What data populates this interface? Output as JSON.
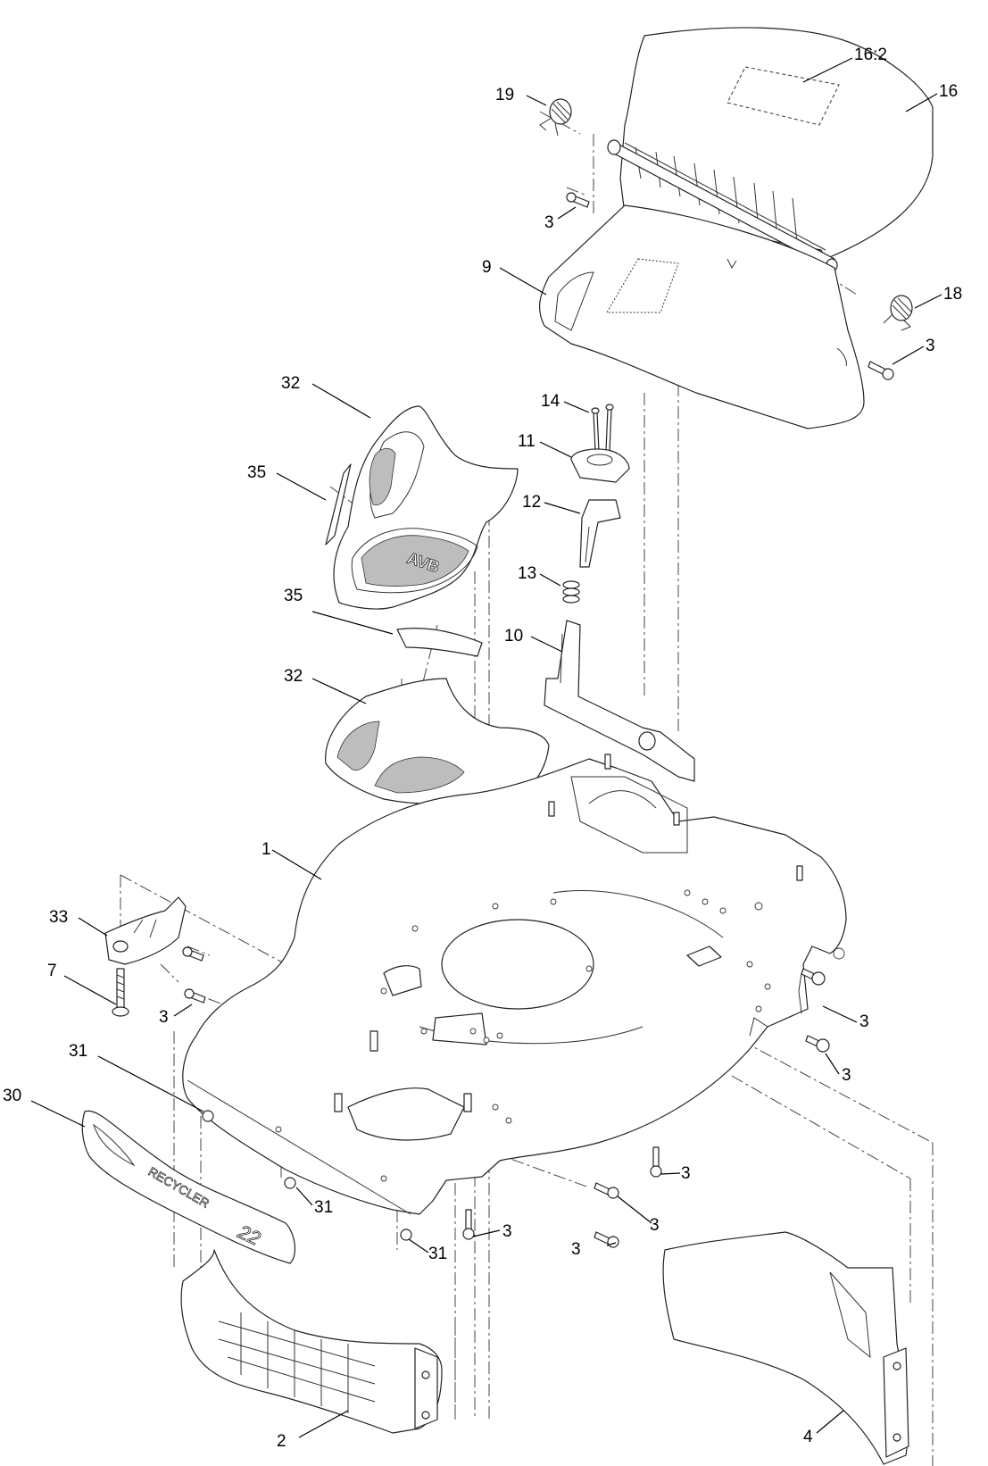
{
  "diagram": {
    "callouts": {
      "c16_2": "16:2",
      "c16": "16",
      "c19": "19",
      "c3_a": "3",
      "c9": "9",
      "c18": "18",
      "c3_b": "3",
      "c32_a": "32",
      "c35_a": "35",
      "c14": "14",
      "c11": "11",
      "c12": "12",
      "c13": "13",
      "c10": "10",
      "c35_b": "35",
      "c32_b": "32",
      "c1": "1",
      "c33": "33",
      "c7": "7",
      "c3_c": "3",
      "c3_d": "3",
      "c3_e": "3",
      "c31_a": "31",
      "c30": "30",
      "c31_b": "31",
      "c3_f": "3",
      "c3_g": "3",
      "c3_h": "3",
      "c3_i": "3",
      "c31_c": "31",
      "c4": "4",
      "c2": "2"
    },
    "labels": {
      "grill_logo": "AVB",
      "bumper_brand": "RECYCLER",
      "bumper_model": "22"
    }
  }
}
